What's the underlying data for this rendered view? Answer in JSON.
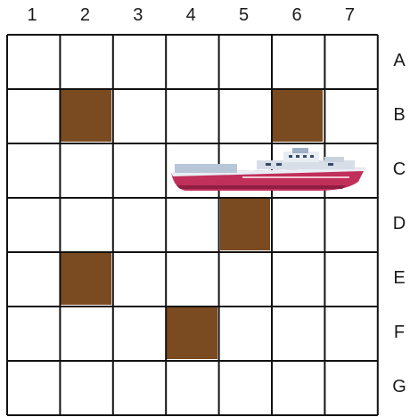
{
  "board": {
    "columns": [
      "1",
      "2",
      "3",
      "4",
      "5",
      "6",
      "7"
    ],
    "rows": [
      "A",
      "B",
      "C",
      "D",
      "E",
      "F",
      "G"
    ],
    "filled_cells": [
      {
        "row": "B",
        "col": "2"
      },
      {
        "row": "B",
        "col": "6"
      },
      {
        "row": "D",
        "col": "5"
      },
      {
        "row": "E",
        "col": "2"
      },
      {
        "row": "F",
        "col": "4"
      }
    ],
    "ship": {
      "row": "C",
      "cols": [
        "4",
        "5",
        "6",
        "7"
      ]
    },
    "colors": {
      "filled": "#7a4a20",
      "grid_line": "#111111",
      "ship_hull": "#c0305a"
    }
  }
}
